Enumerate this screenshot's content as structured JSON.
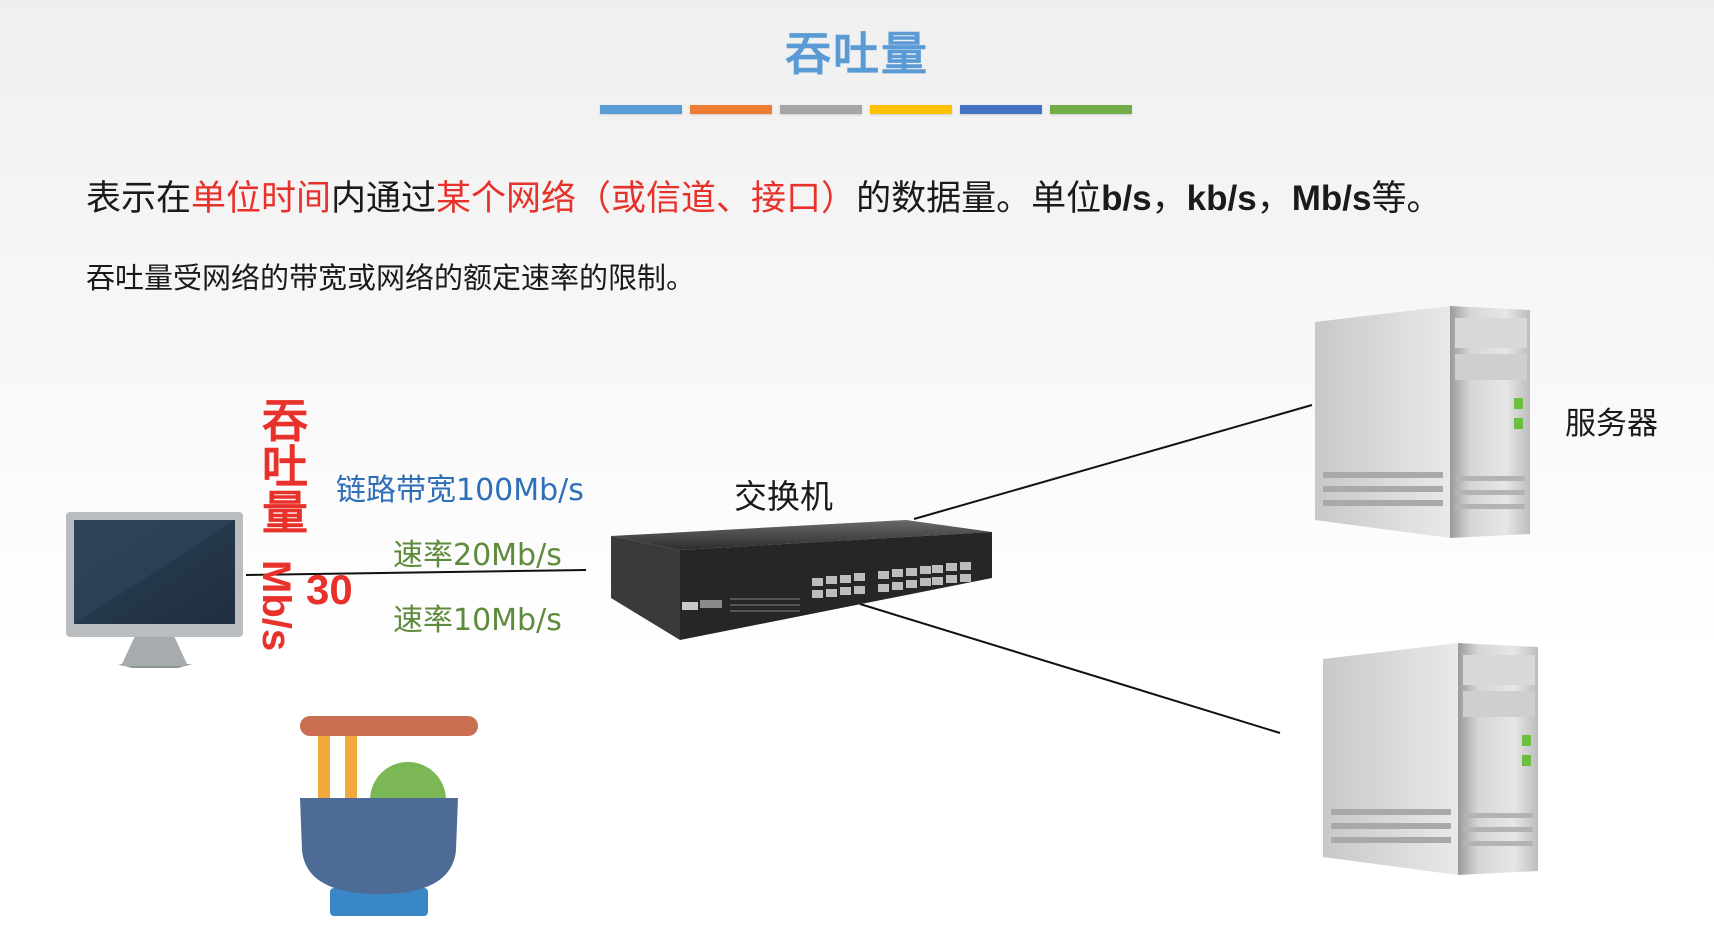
{
  "title": "吞吐量",
  "underline_colors": [
    "#5b9bd5",
    "#ed7d31",
    "#a5a5a5",
    "#ffc000",
    "#4472c4",
    "#70ad47"
  ],
  "definition": {
    "p1": "表示在",
    "h1": "单位时间",
    "p2": "内通过",
    "h2": "某个网络（或信道、接口）",
    "p3": "的数据量。单位",
    "u1": "b/s",
    "sep1": "，",
    "u2": "kb/s",
    "sep2": "，",
    "u3": "Mb/s",
    "p4": "等。"
  },
  "limit_text": "吞吐量受网络的带宽或网络的额定速率的限制。",
  "diagram": {
    "bandwidth_label": "链路带宽100Mb/s",
    "rate_20_label": "速率20Mb/s",
    "rate_10_label": "速率10Mb/s",
    "switch_label": "交换机",
    "server_label": "服务器",
    "throughput_chars": [
      "吞",
      "吐",
      "量"
    ],
    "throughput_number": "30",
    "throughput_unit": "Mb/s"
  },
  "colors": {
    "title": "#5b9bd5",
    "highlight": "#e8312a",
    "bandwidth": "#2e6fb7",
    "rate": "#5e8a3c"
  }
}
